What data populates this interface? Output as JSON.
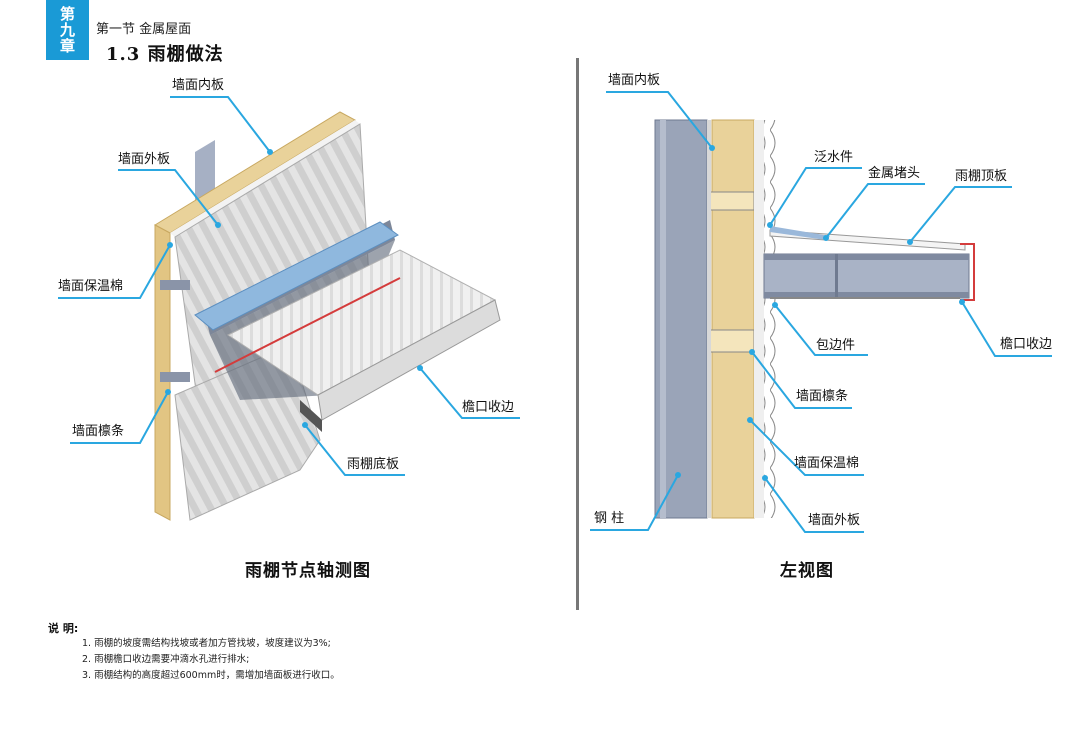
{
  "header": {
    "chapter_chars": [
      "第",
      "九",
      "章"
    ],
    "section": "第一节 金属屋面",
    "title": "1.3 雨棚做法"
  },
  "axonometric": {
    "caption": "雨棚节点轴测图",
    "labels": {
      "inner_panel": "墙面内板",
      "outer_panel": "墙面外板",
      "insulation": "墙面保温棉",
      "purlin": "墙面檩条",
      "eave_trim": "檐口收边",
      "soffit": "雨棚底板"
    }
  },
  "side_view": {
    "caption": "左视图",
    "labels": {
      "inner_panel": "墙面内板",
      "flashing": "泛水件",
      "metal_cap": "金属堵头",
      "roof_panel": "雨棚顶板",
      "edge_trim": "包边件",
      "eave_trim": "檐口收边",
      "purlin": "墙面檩条",
      "insulation": "墙面保温棉",
      "steel_column": "钢 柱",
      "outer_panel": "墙面外板"
    }
  },
  "notes": {
    "title": "说 明:",
    "items": [
      "1. 雨棚的坡度需结构找坡或者加方管找坡，坡度建议为3%;",
      "2. 雨棚檐口收边需要冲滴水孔进行排水;",
      "3. 雨棚结构的高度超过600mm时，需增加墙面板进行收口。"
    ]
  },
  "colors": {
    "accent": "#1a9ad6",
    "leader": "#2aa7e0",
    "insulation": "#e9d29a",
    "steel": "#9aa4b8",
    "panel": "#e6e6e6",
    "roof_blue": "#8fb8de"
  }
}
